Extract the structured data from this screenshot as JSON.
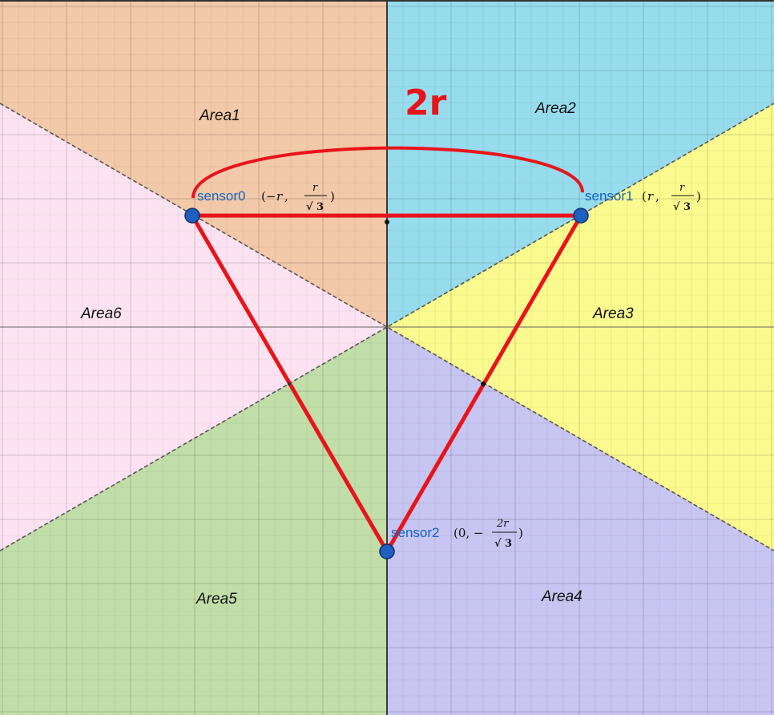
{
  "diagram": {
    "annotation": "2r",
    "areas": [
      {
        "id": "area1",
        "label": "Area1",
        "color": "#f2c9a9"
      },
      {
        "id": "area2",
        "label": "Area2",
        "color": "#96dcec"
      },
      {
        "id": "area3",
        "label": "Area3",
        "color": "#fafa8e"
      },
      {
        "id": "area4",
        "label": "Area4",
        "color": "#c7c5f1"
      },
      {
        "id": "area5",
        "label": "Area5",
        "color": "#c1dea9"
      },
      {
        "id": "area6",
        "label": "Area6",
        "color": "#fde3f1"
      }
    ],
    "sensors": [
      {
        "id": "sensor0",
        "name": "sensor0",
        "coord_prefix": "(−",
        "coord_x": "r",
        "coord_sep": ",",
        "frac_num": "r",
        "frac_den": "3",
        "coord_suffix": ")"
      },
      {
        "id": "sensor1",
        "name": "sensor1",
        "coord_prefix": "(",
        "coord_x": "r",
        "coord_sep": ",",
        "frac_num": "r",
        "frac_den": "3",
        "coord_suffix": ")"
      },
      {
        "id": "sensor2",
        "name": "sensor2",
        "coord_prefix": "(0, −",
        "coord_x": "",
        "coord_sep": "",
        "frac_num": "2r",
        "frac_den": "3",
        "coord_suffix": ")"
      }
    ],
    "colors": {
      "triangle": "#e8141b",
      "sensor_fill": "#1f5fbf",
      "sensor_stroke": "#0d2f6a",
      "axis": "#444444",
      "grid_minor": "rgba(0,0,0,0.07)",
      "grid_major": "rgba(0,0,0,0.16)"
    }
  }
}
